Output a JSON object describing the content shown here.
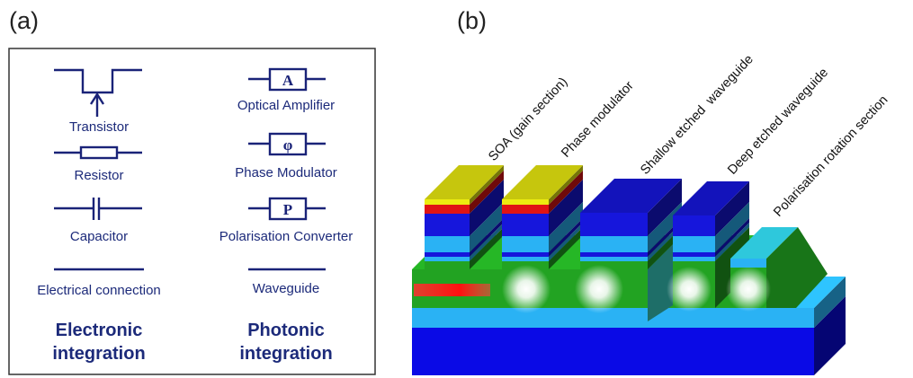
{
  "panel_a": {
    "label": "(a)",
    "electronic": {
      "transistor": "Transistor",
      "resistor": "Resistor",
      "capacitor": "Capacitor",
      "connection": "Electrical connection",
      "title_line1": "Electronic",
      "title_line2": "integration"
    },
    "photonic": {
      "amplifier": {
        "symbol": "A",
        "label": "Optical Amplifier"
      },
      "phase": {
        "symbol": "φ",
        "label": "Phase Modulator"
      },
      "polarisation": {
        "symbol": "P",
        "label": "Polarisation Converter"
      },
      "waveguide": "Waveguide",
      "title_line1": "Photonic",
      "title_line2": "integration"
    }
  },
  "panel_b": {
    "label": "(b)",
    "sections": [
      "SOA (gain section)",
      "Phase modulator",
      "Shallow etched  waveguide",
      "Deep etched waveguide",
      "Polarisation rotation section"
    ]
  },
  "colors": {
    "symbol_stroke": "#1a2378",
    "symbol_text": "#1c2a7a",
    "substrate": "#0a0ae6",
    "cladding_cyan": "#2ab2f4",
    "waveguide_green": "#22a322",
    "contact_yellow": "#ecec10",
    "active_red": "#e01414",
    "cap_blue": "#1616dc",
    "light_cyan": "#2ec8dc"
  }
}
